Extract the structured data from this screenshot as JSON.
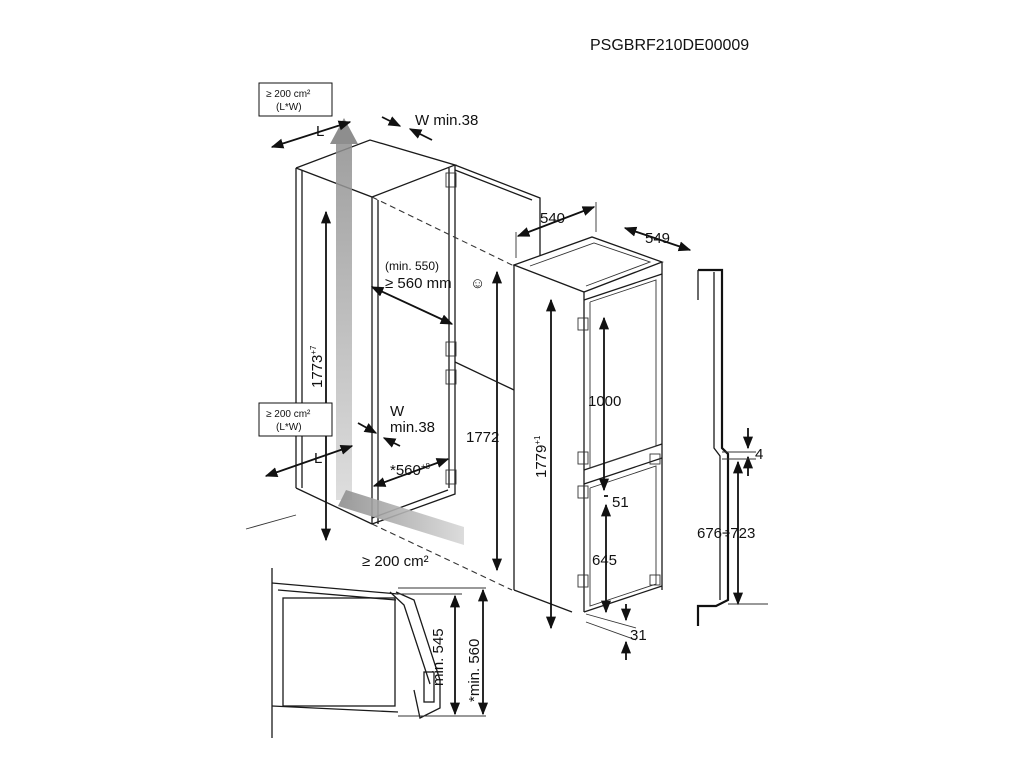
{
  "code": "PSGBRF210DE00009",
  "vent_top": {
    "l1": "≥ 200 cm²",
    "l2": "(L*W)"
  },
  "vent_mid": {
    "l1": "≥ 200 cm²",
    "l2": "(L*W)"
  },
  "vent_bottom": "≥ 200 cm²",
  "L_top": "L",
  "L_bottom": "L",
  "W_top": "W min.38",
  "W_mid_1": "W",
  "W_mid_2": "min.38",
  "niche_height": "1773",
  "niche_height_tol": "+7",
  "niche_depth_1": "(min. 550)",
  "niche_depth_2": "≥ 560 mm",
  "smile_glyph": "☺",
  "niche_width": "*560",
  "niche_width_tol": "+8",
  "appliance_height_inner": "1772",
  "width_540": "540",
  "depth_549": "549",
  "appliance_height": "1779",
  "appliance_height_tol": "+1",
  "door_1000": "1000",
  "dim_51": "51",
  "dim_645": "645",
  "dim_31": "31",
  "dim_4": "4",
  "dim_676": "676÷723",
  "side_545": "min. 545",
  "side_560": "*min. 560"
}
